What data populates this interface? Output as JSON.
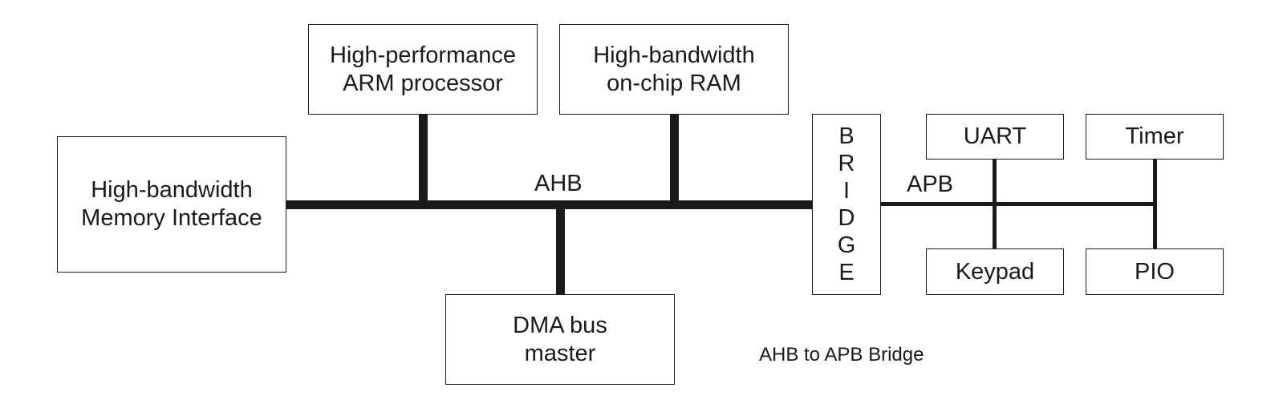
{
  "blocks": {
    "memory_interface": [
      "High-bandwidth",
      "Memory Interface"
    ],
    "arm_processor": [
      "High-performance",
      "ARM processor"
    ],
    "on_chip_ram": [
      "High-bandwidth",
      "on-chip RAM"
    ],
    "dma_master": [
      "DMA bus",
      "master"
    ],
    "bridge_letters": [
      "B",
      "R",
      "I",
      "D",
      "G",
      "E"
    ],
    "uart": "UART",
    "timer": "Timer",
    "keypad": "Keypad",
    "pio": "PIO"
  },
  "buses": {
    "ahb_label": "AHB",
    "apb_label": "APB"
  },
  "caption": "AHB to APB Bridge"
}
